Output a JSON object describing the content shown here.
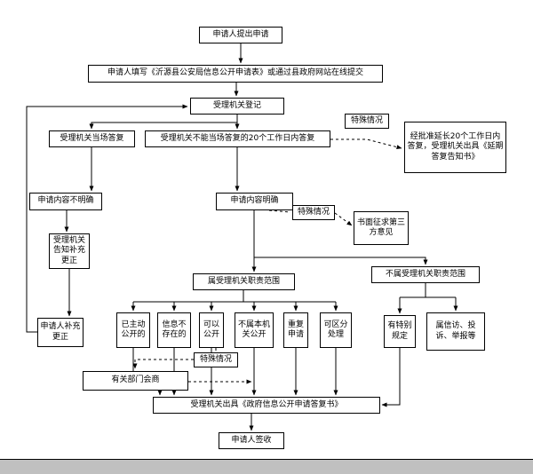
{
  "colors": {
    "line": "#000000",
    "page_bg": "#ffffff",
    "bottom_bar": "#c0c0c0"
  },
  "nodes": {
    "submit": {
      "label": "申请人提出申请"
    },
    "fill_form": {
      "label": "申请人填写《沂源县公安局信息公开申请表》或通过县政府网站在线提交"
    },
    "register": {
      "label": "受理机关登记"
    },
    "special_top": {
      "label": "特殊情况"
    },
    "onspot": {
      "label": "受理机关当场答复"
    },
    "within20": {
      "label": "受理机关不能当场答复的20个工作日内答复"
    },
    "extend": {
      "label": "经批准延长20个工作日内答复，受理机关出具《延期答复告知书》"
    },
    "unclear": {
      "label": "申请内容不明确"
    },
    "clear": {
      "label": "申请内容明确"
    },
    "special_mid": {
      "label": "特殊情况"
    },
    "third_party": {
      "label": "书面征求第三方意见"
    },
    "notify_correct": {
      "label": "受理机关告知补充更正"
    },
    "in_scope": {
      "label": "属受理机关职责范围"
    },
    "out_scope": {
      "label": "不属受理机关职责范围"
    },
    "applicant_correct": {
      "label": "申请人补充更正"
    },
    "already_public": {
      "label": "已主动公开的"
    },
    "not_exist": {
      "label": "信息不存在的"
    },
    "can_public": {
      "label": "可以公开"
    },
    "not_this_org": {
      "label": "不属本机关公开"
    },
    "repeat_apply": {
      "label": "重复申请"
    },
    "separable": {
      "label": "可区分处理"
    },
    "special_rule": {
      "label": "有特别规定"
    },
    "petition": {
      "label": "属信访、投诉、举报等"
    },
    "special_bottom": {
      "label": "特殊情况"
    },
    "consult": {
      "label": "有关部门会商"
    },
    "reply_doc": {
      "label": "受理机关出具《政府信息公开申请答复书》"
    },
    "sign": {
      "label": "申请人签收"
    }
  }
}
